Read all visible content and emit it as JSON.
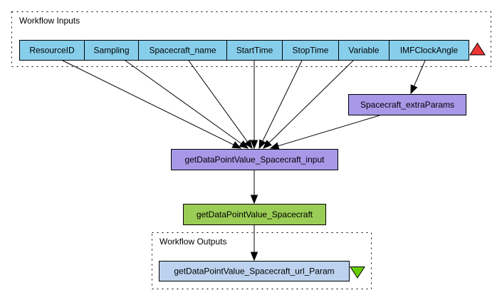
{
  "diagram": {
    "inputs_cluster": {
      "title": "Workflow Inputs",
      "nodes": [
        {
          "id": "ResourceID",
          "label": "ResourceID"
        },
        {
          "id": "Sampling",
          "label": "Sampling"
        },
        {
          "id": "Spacecraft_name",
          "label": "Spacecraft_name"
        },
        {
          "id": "StartTime",
          "label": "StartTime"
        },
        {
          "id": "StopTime",
          "label": "StopTime"
        },
        {
          "id": "Variable",
          "label": "Variable"
        },
        {
          "id": "IMFClockAngle",
          "label": "IMFClockAngle"
        }
      ],
      "marker": "input-triangle-up"
    },
    "processors": [
      {
        "id": "Spacecraft_extraParams",
        "label": "Spacecraft_extraParams"
      },
      {
        "id": "getDataPointValue_Spacecraft_input",
        "label": "getDataPointValue_Spacecraft_input"
      },
      {
        "id": "getDataPointValue_Spacecraft",
        "label": "getDataPointValue_Spacecraft"
      }
    ],
    "outputs_cluster": {
      "title": "Workflow Outputs",
      "nodes": [
        {
          "id": "getDataPointValue_Spacecraft_url_Param",
          "label": "getDataPointValue_Spacecraft_url_Param"
        }
      ],
      "marker": "output-triangle-down"
    },
    "edges": [
      {
        "from": "ResourceID",
        "to": "getDataPointValue_Spacecraft_input"
      },
      {
        "from": "Sampling",
        "to": "getDataPointValue_Spacecraft_input"
      },
      {
        "from": "Spacecraft_name",
        "to": "getDataPointValue_Spacecraft_input"
      },
      {
        "from": "StartTime",
        "to": "getDataPointValue_Spacecraft_input"
      },
      {
        "from": "StopTime",
        "to": "getDataPointValue_Spacecraft_input"
      },
      {
        "from": "Variable",
        "to": "getDataPointValue_Spacecraft_input"
      },
      {
        "from": "IMFClockAngle",
        "to": "Spacecraft_extraParams"
      },
      {
        "from": "Spacecraft_extraParams",
        "to": "getDataPointValue_Spacecraft_input"
      },
      {
        "from": "getDataPointValue_Spacecraft_input",
        "to": "getDataPointValue_Spacecraft"
      },
      {
        "from": "getDataPointValue_Spacecraft",
        "to": "getDataPointValue_Spacecraft_url_Param"
      }
    ],
    "colors": {
      "input_node": "#87ceeb",
      "processor_node": "#a898e8",
      "service_node": "#9acd55",
      "output_node": "#bcd2ee",
      "input_marker": "#ee3333",
      "output_marker": "#66cc00"
    }
  }
}
